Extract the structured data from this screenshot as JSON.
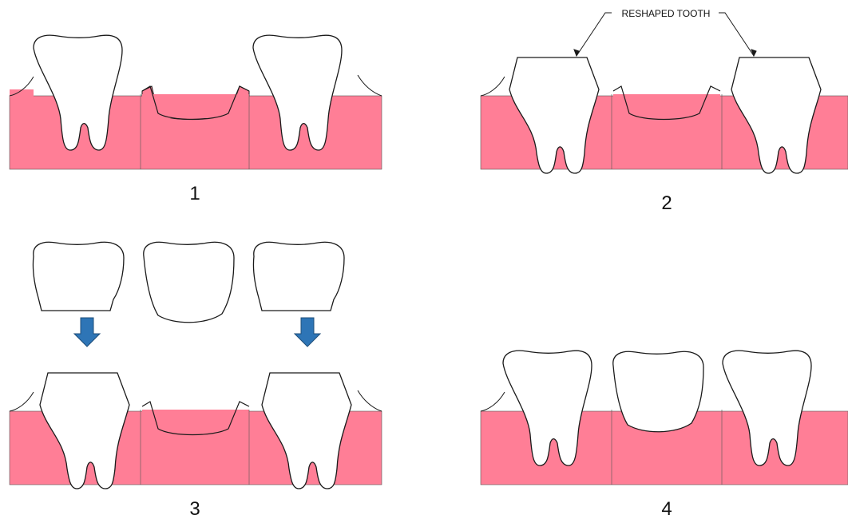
{
  "annotation": {
    "text": "RESHAPED TOOTH"
  },
  "panels": [
    {
      "label": "1"
    },
    {
      "label": "2"
    },
    {
      "label": "3"
    },
    {
      "label": "4"
    }
  ],
  "colors": {
    "gum": "#FF7E96",
    "tooth": "#FFFFFF",
    "outline": "#1A1A1A",
    "arrow": "#2E75B6"
  }
}
